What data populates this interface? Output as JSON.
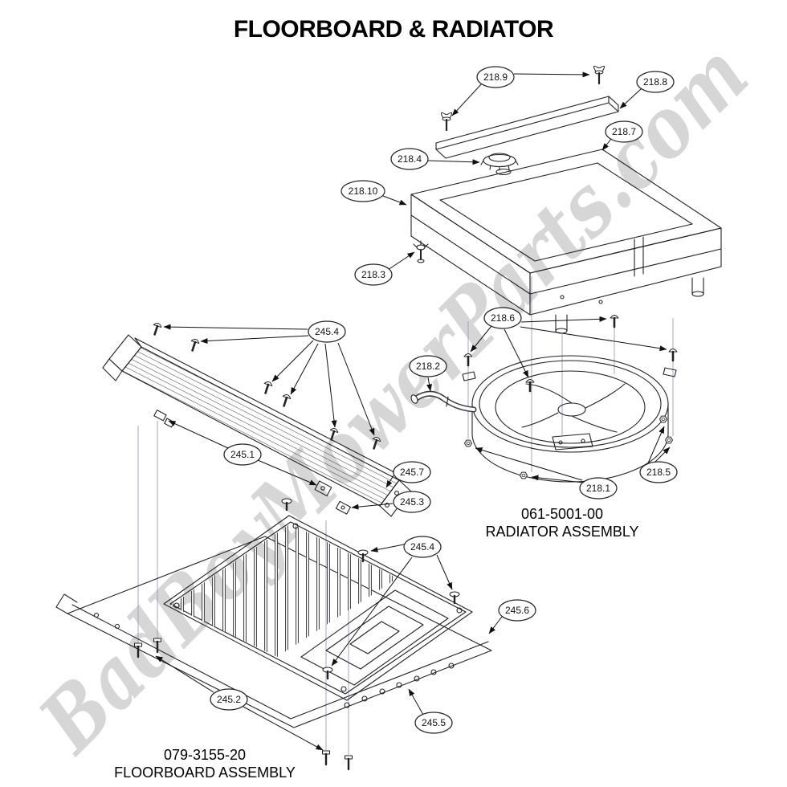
{
  "page": {
    "title": "FLOORBOARD & RADIATOR",
    "watermark": "BadBoyMowerParts.com"
  },
  "radiator": {
    "part_number": "061-5001-00",
    "name": "RADIATOR ASSEMBLY",
    "callouts": [
      {
        "label": "218.9"
      },
      {
        "label": "218.8"
      },
      {
        "label": "218.7"
      },
      {
        "label": "218.4"
      },
      {
        "label": "218.10"
      },
      {
        "label": "218.3"
      },
      {
        "label": "218.6"
      },
      {
        "label": "218.2"
      },
      {
        "label": "218.5"
      },
      {
        "label": "218.1"
      }
    ]
  },
  "floorboard": {
    "part_number": "079-3155-20",
    "name": "FLOORBOARD ASSEMBLY",
    "callouts": [
      {
        "label": "245.4"
      },
      {
        "label": "245.1"
      },
      {
        "label": "245.7"
      },
      {
        "label": "245.3"
      },
      {
        "label": "245.4"
      },
      {
        "label": "245.6"
      },
      {
        "label": "245.2"
      },
      {
        "label": "245.5"
      }
    ]
  }
}
